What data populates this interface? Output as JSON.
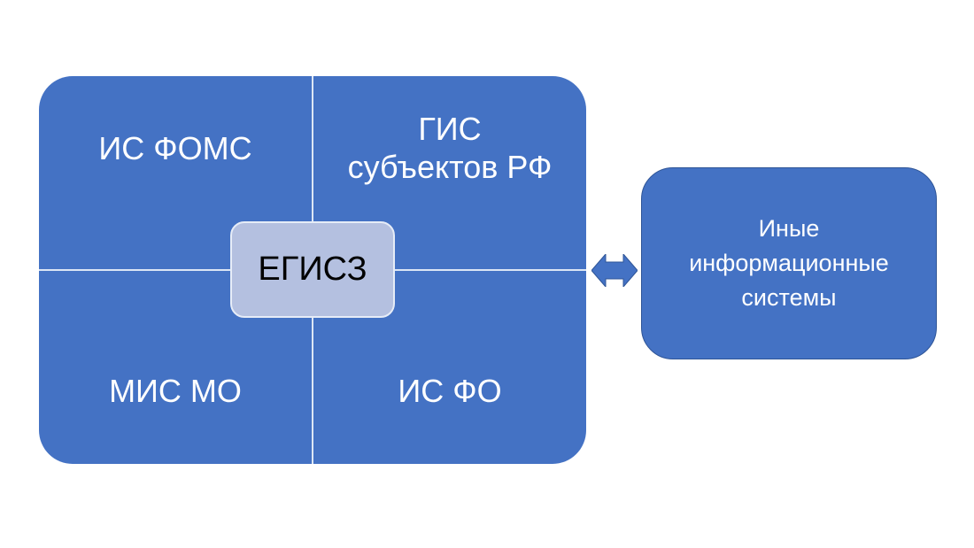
{
  "diagram": {
    "quadrants": {
      "top_left": "ИС ФОМС",
      "top_right_line1": "ГИС",
      "top_right_line2": "субъектов РФ",
      "bottom_left": "МИС МО",
      "bottom_right": "ИС ФО"
    },
    "center": "ЕГИСЗ",
    "connector": "double-arrow-icon",
    "external": {
      "line1": "Иные",
      "line2": "информационные",
      "line3": "системы"
    },
    "colors": {
      "primary": "#4472c4",
      "center_fill": "#b4c0e0",
      "text_light": "#ffffff",
      "text_dark": "#000000"
    }
  }
}
